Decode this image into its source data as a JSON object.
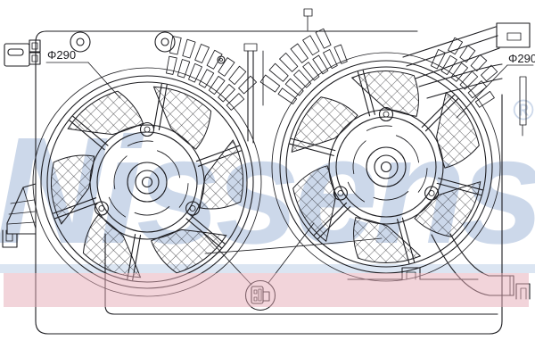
{
  "labels": {
    "left_diameter": "Φ290",
    "right_diameter": "Φ290"
  },
  "watermark": {
    "brand": "Nissens",
    "registered": "®"
  },
  "icons": {
    "connector": "electrical-connector-icon"
  },
  "colors": {
    "line": "#1c1c20",
    "watermark_text": "#ccd8ea",
    "watermark_swoosh": "#dbe5f2",
    "highlight_band": "#e5a9b5",
    "background": "#ffffff"
  }
}
